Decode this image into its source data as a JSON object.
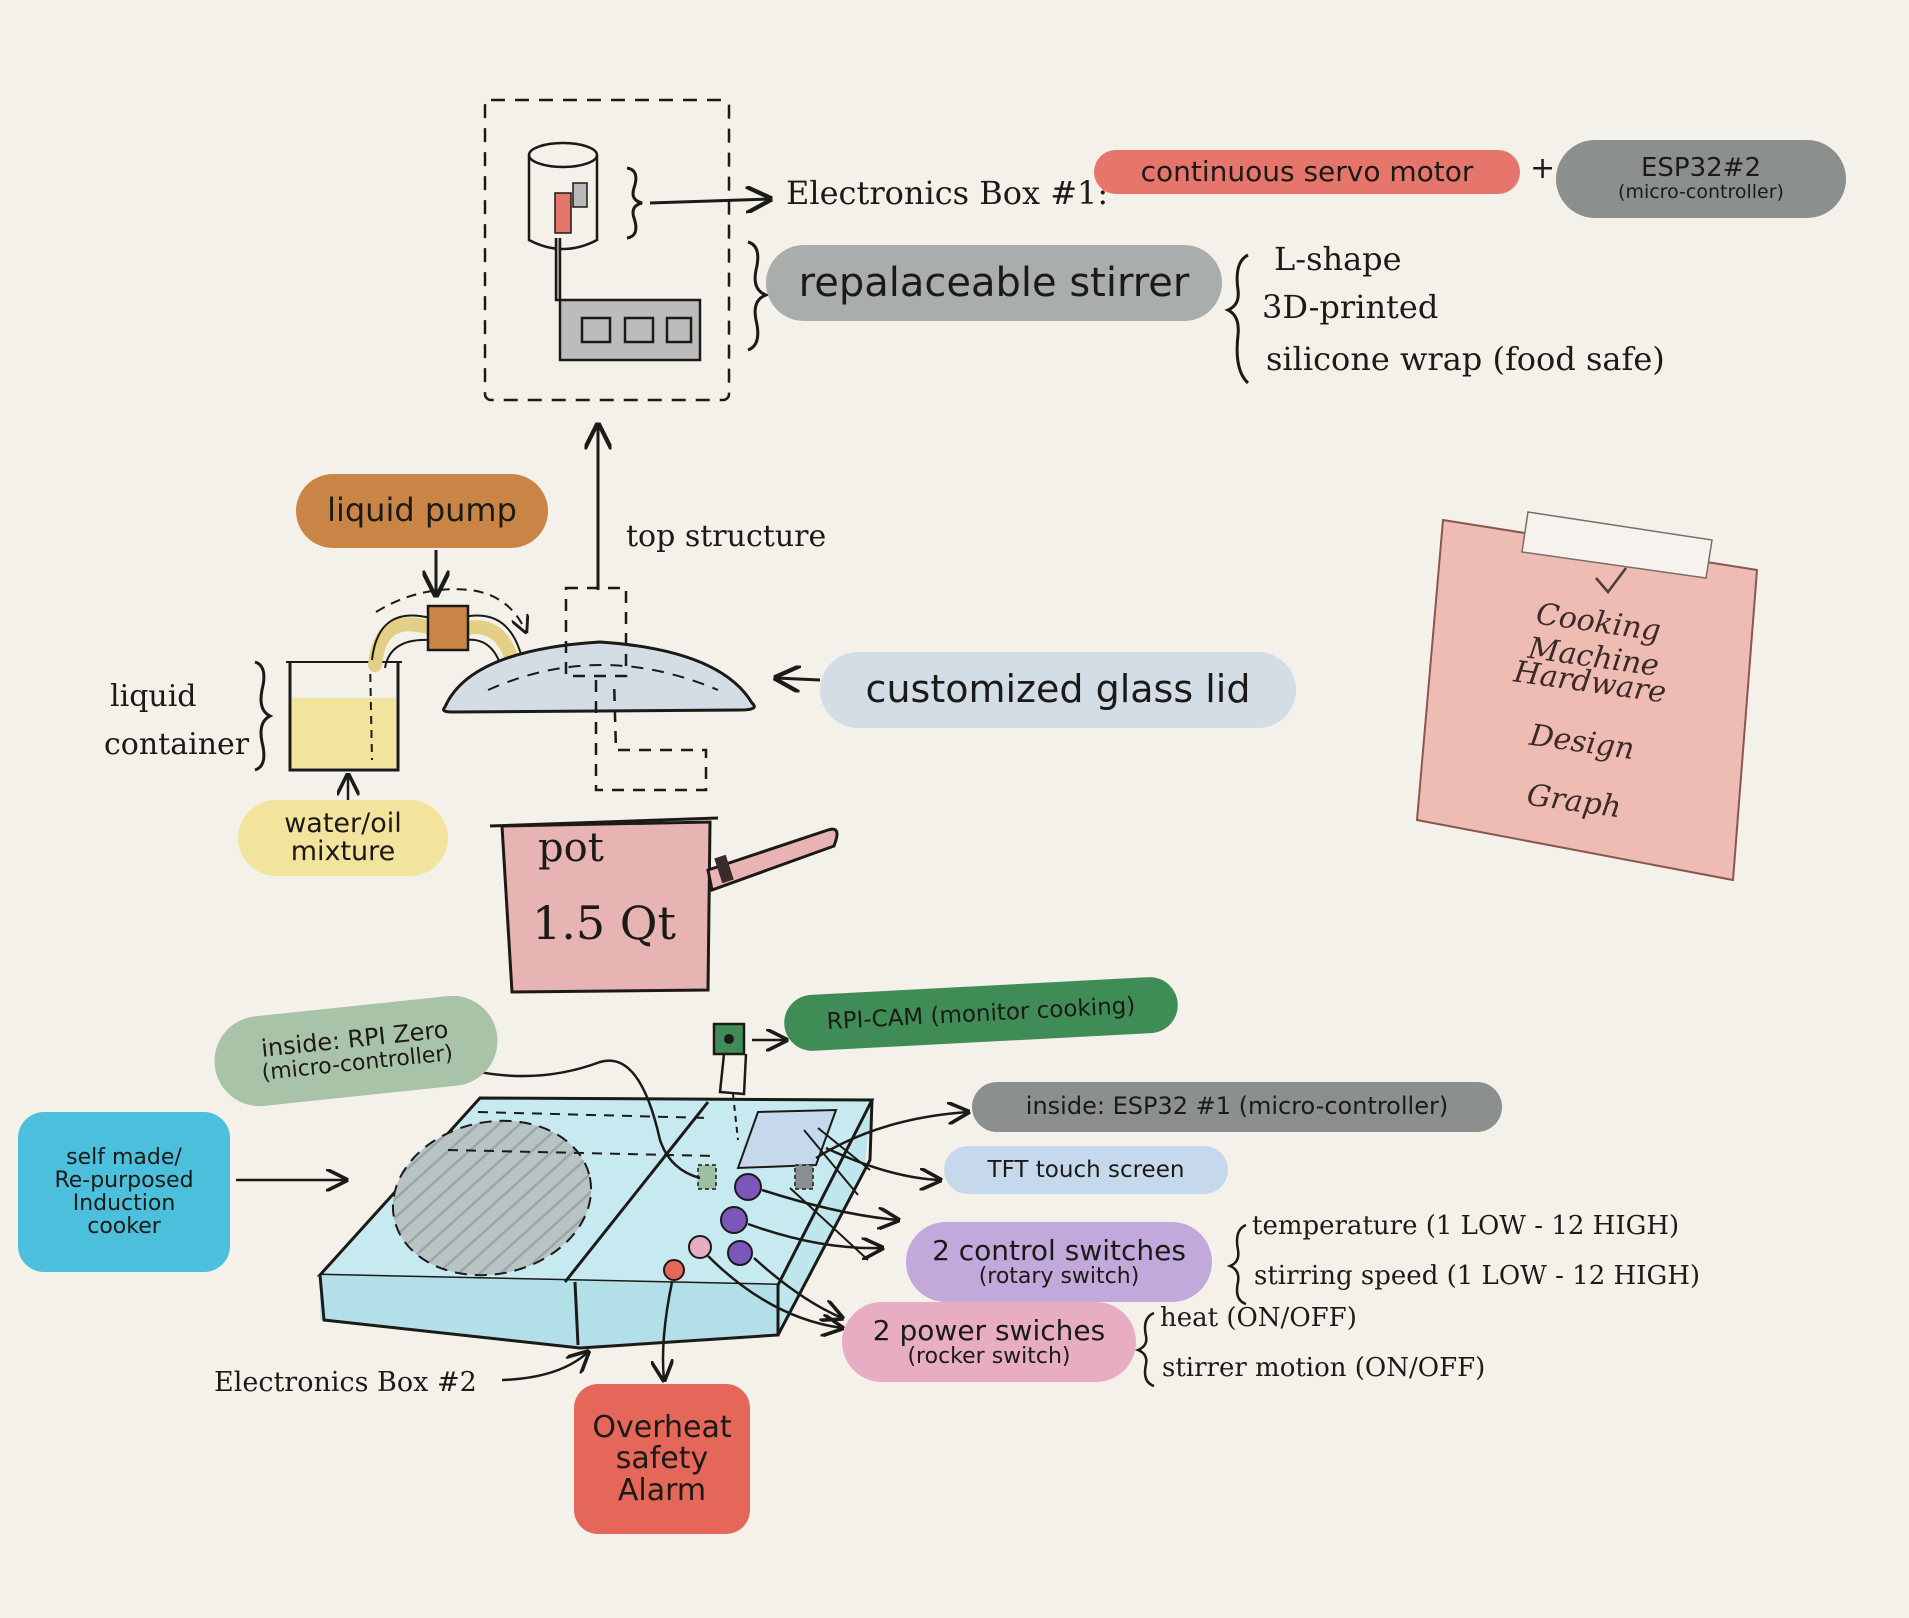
{
  "top_unit": {
    "box1_label": "Electronics Box #1:",
    "servo": "continuous servo motor",
    "plus": "+",
    "esp32_2_line1": "ESP32#2",
    "esp32_2_line2": "(micro-controller)",
    "stirrer": "repalaceable stirrer",
    "stirrer_specs": [
      "L-shape",
      "3D-printed",
      "silicone wrap (food safe)"
    ]
  },
  "top_structure": "top structure",
  "liquid": {
    "pump": "liquid pump",
    "container_line1": "liquid",
    "container_line2": "container",
    "mixture_line1": "water/oil",
    "mixture_line2": "mixture"
  },
  "lid": "customized glass lid",
  "pot": {
    "line1": "pot",
    "line2": "1.5 Qt"
  },
  "note": {
    "lines": [
      "Cooking Machine",
      "Hardware",
      "Design",
      "Graph"
    ]
  },
  "base": {
    "rpi_line1": "inside: RPI Zero",
    "rpi_line2": "(micro-controller)",
    "cam": "RPI-CAM (monitor cooking)",
    "esp32_1": "inside: ESP32 #1 (micro-controller)",
    "tft": "TFT touch screen",
    "cooker": [
      "self made/",
      "Re-purposed",
      "Induction",
      "cooker"
    ],
    "control_line1": "2 control switches",
    "control_line2": "(rotary switch)",
    "control_specs": [
      "temperature (1 LOW - 12 HIGH)",
      "stirring speed (1 LOW - 12 HIGH)"
    ],
    "power_line1": "2 power swiches",
    "power_line2": "(rocker switch)",
    "power_specs": [
      "heat (ON/OFF)",
      "stirrer motion (ON/OFF)"
    ],
    "box2_label": "Electronics Box #2",
    "alarm": [
      "Overheat",
      "safety",
      "Alarm"
    ]
  },
  "colors": {
    "background": "#f4f1ea",
    "servo_red": "#e6756b",
    "dark_gray": "#8b8f8d",
    "stirrer_gray": "#a9adab",
    "pump_orange": "#c98545",
    "mixture_yellow": "#f2e49d",
    "lid_blue": "#d3dde6",
    "pot_pink": "#e8b3b3",
    "note_pink": "#efbcb3",
    "rpi_sage": "#a9c3a9",
    "cam_green": "#3f8c56",
    "tft_blue": "#c6d9ec",
    "cooker_cyan": "#4bbfdc",
    "base_cyan": "#bfe6ec",
    "control_purple": "#c1a9dc",
    "power_pink": "#e8adc2",
    "alarm_red": "#e5675a"
  }
}
